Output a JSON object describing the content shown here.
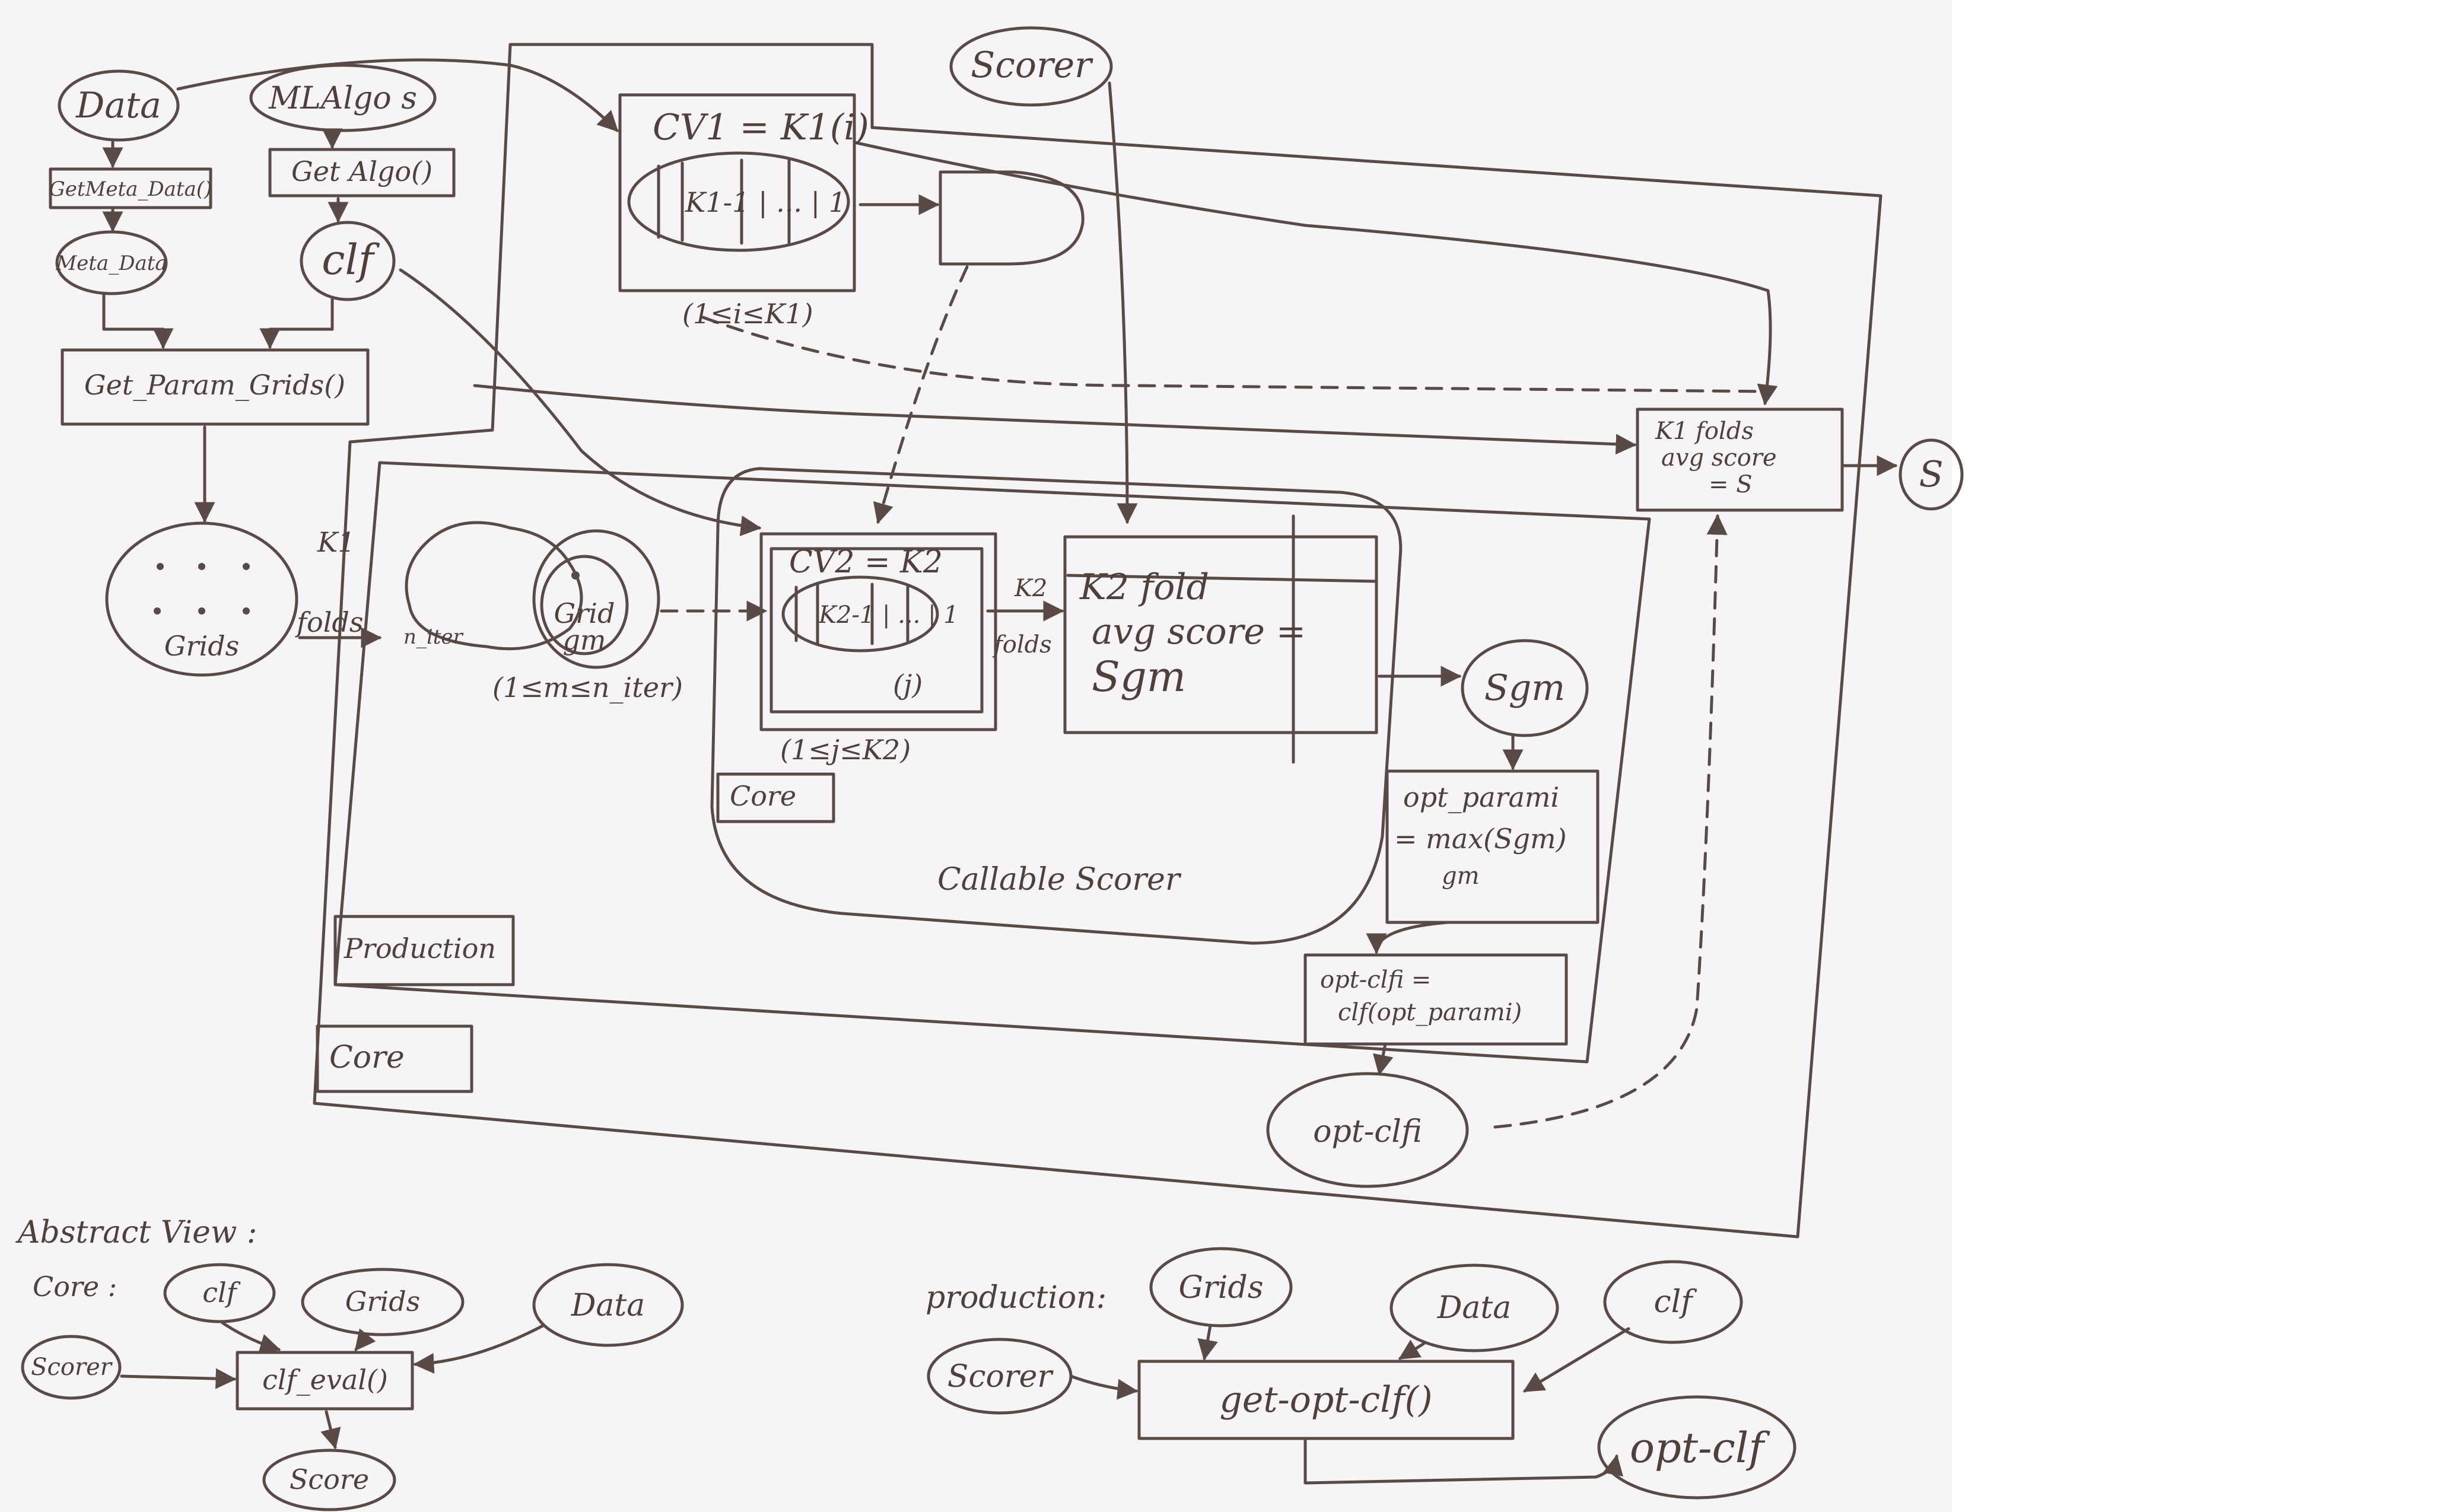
{
  "diagram": {
    "inputs": {
      "data": "Data",
      "ml_algos": "MLAlgo s",
      "scorer": "Scorer"
    },
    "functions": {
      "get_meta_data": "GetMeta_Data()",
      "get_algo": "Get Algo()",
      "get_param_grids": "Get_Param_Grids()"
    },
    "nodes": {
      "meta_data": "Meta_Data",
      "clf": "clf",
      "grids": "Grids",
      "n_iter": "n_iter",
      "grid_gm_1": "Grid",
      "grid_gm_2": "gm",
      "gm_range": "(1≤m≤n_iter)",
      "s_gm": "Sgm",
      "final_s": "S",
      "opt_clf_i": "opt-clfi"
    },
    "outer_cv": {
      "title": "CV1 = K1(i)",
      "folds": "K1-1 | ... | 1",
      "range": "(1≤i≤K1)",
      "avg_1": "K1 folds",
      "avg_2": "avg score",
      "avg_3": "= S"
    },
    "inner_cv": {
      "title": "CV2 = K2",
      "folds": "K2-1 | ... | 1",
      "index": "(j)",
      "range": "(1≤j≤K2)",
      "k2_folds_1": "K2",
      "k2_folds_2": "folds",
      "avg_1": "K2 fold",
      "avg_2": "avg score =",
      "avg_3": "Sgm"
    },
    "k1_arrow_1": "K1",
    "k1_arrow_2": "folds",
    "opt_param": {
      "l1": "opt_parami",
      "l2": "= max(Sgm)",
      "l3": "gm"
    },
    "opt_clf_box": {
      "l1": "opt-clfi =",
      "l2": "clf(opt_parami)"
    },
    "regions": {
      "core_inner": "Core",
      "callable_scorer": "Callable Scorer",
      "production": "Production",
      "core_outer": "Core"
    },
    "abstract_view": {
      "title": "Abstract View :",
      "core": {
        "label": "Core :",
        "clf": "clf",
        "grids": "Grids",
        "data": "Data",
        "scorer": "Scorer",
        "func": "clf_eval()",
        "score": "Score"
      },
      "production": {
        "label": "production:",
        "grids": "Grids",
        "data": "Data",
        "clf": "clf",
        "scorer": "Scorer",
        "func": "get-opt-clf()",
        "opt_clf": "opt-clf"
      }
    }
  }
}
